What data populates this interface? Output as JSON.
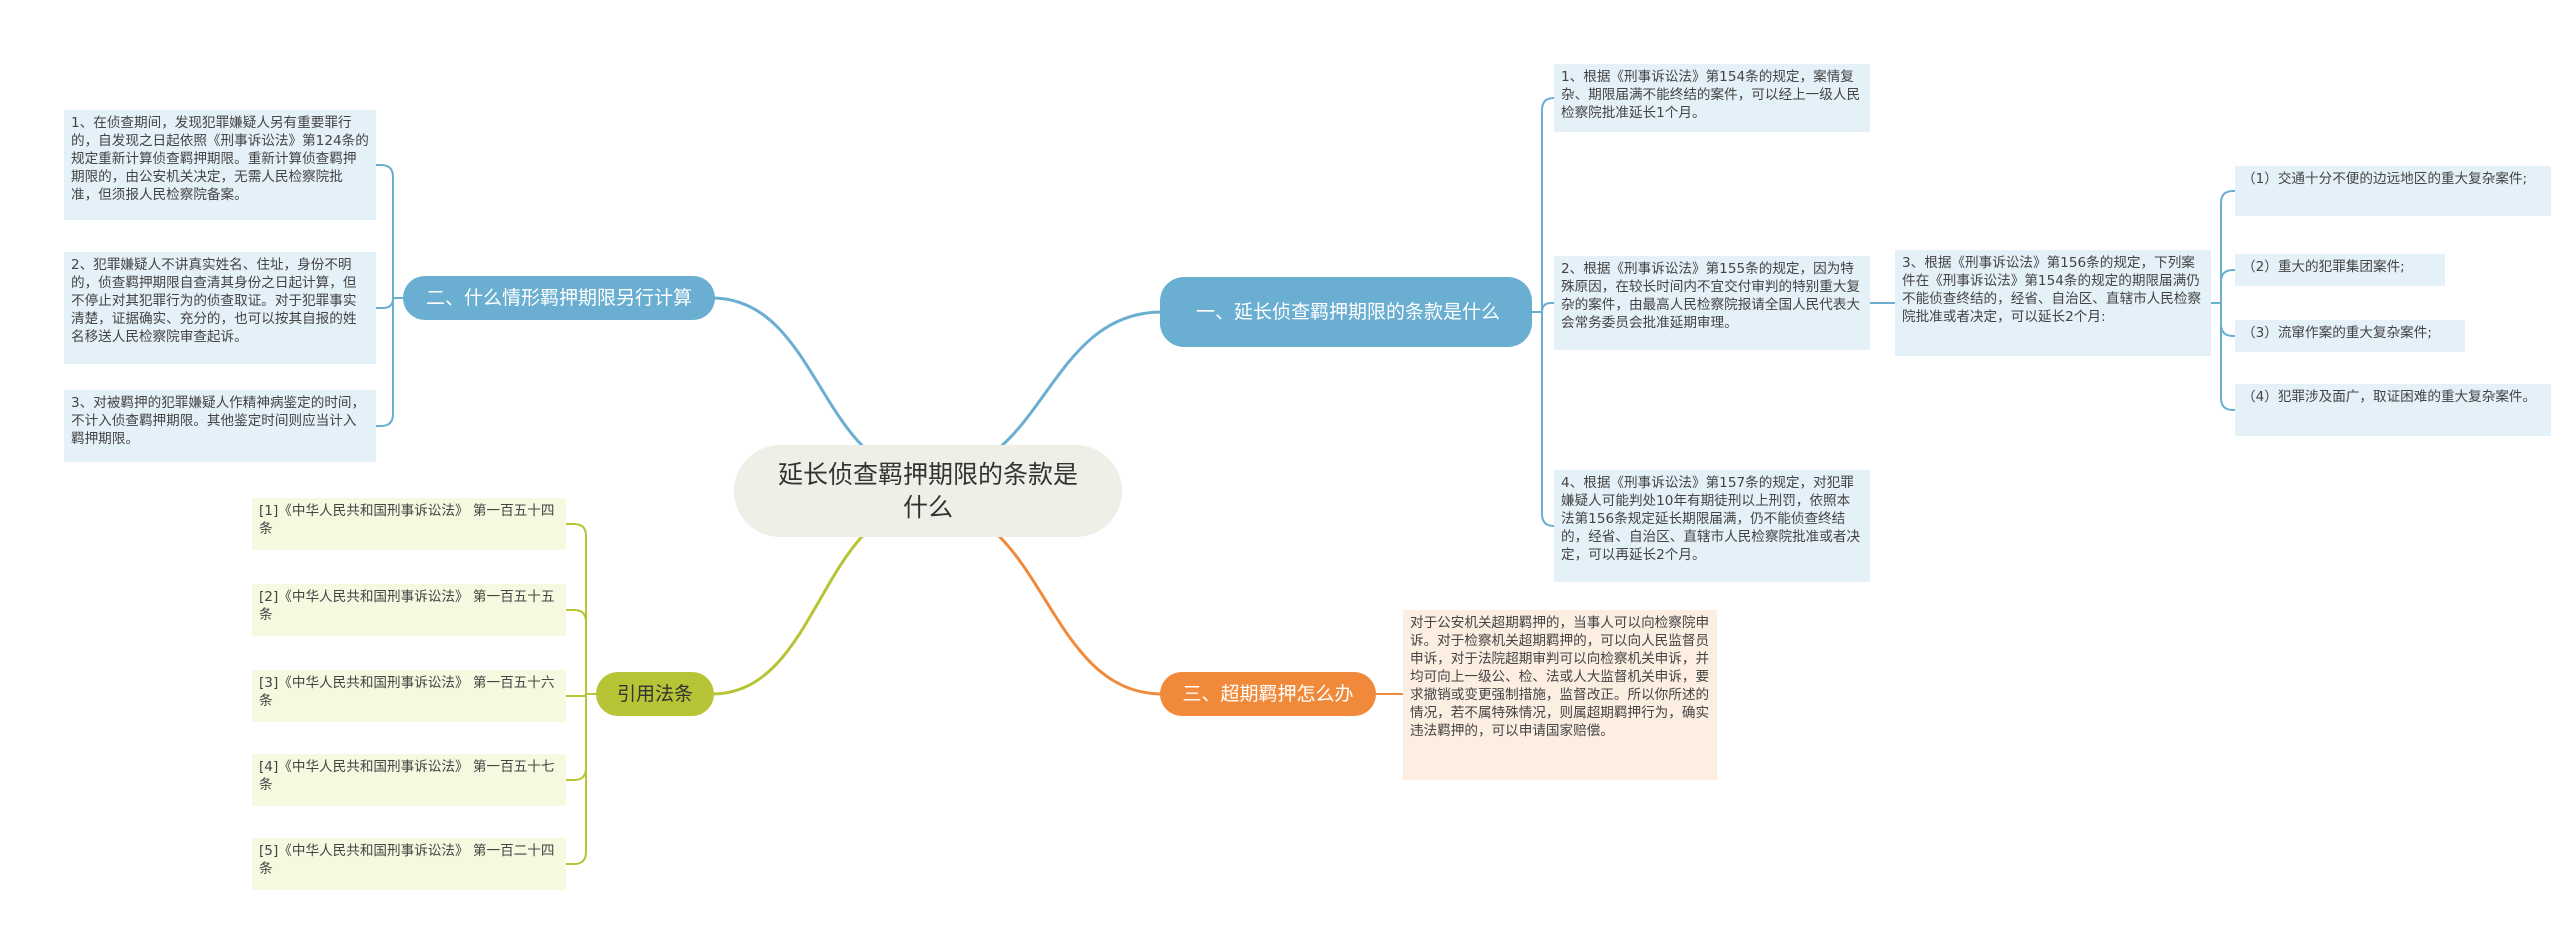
{
  "root": {
    "title": "延长侦查羁押期限的条款是什么"
  },
  "branches": {
    "b1": {
      "label": "一、延长侦查羁押期限的条款是什么",
      "items": [
        "1、根据《刑事诉讼法》第154条的规定，案情复杂、期限届满不能终结的案件，可以经上一级人民检察院批准延长1个月。",
        "2、根据《刑事诉讼法》第155条的规定，因为特殊原因，在较长时间内不宜交付审判的特别重大复杂的案件，由最高人民检察院报请全国人民代表大会常务委员会批准延期审理。",
        "3、根据《刑事诉讼法》第156条的规定，下列案件在《刑事诉讼法》第154条的规定的期限届满仍不能侦查终结的，经省、自治区、直辖市人民检察院批准或者决定，可以延长2个月:",
        "4、根据《刑事诉讼法》第157条的规定，对犯罪嫌疑人可能判处10年有期徒刑以上刑罚，依照本法第156条规定延长期限届满，仍不能侦查终结的，经省、自治区、直辖市人民检察院批准或者决定，可以再延长2个月。"
      ],
      "sub_items": [
        "（1）交通十分不便的边远地区的重大复杂案件;",
        "（2）重大的犯罪集团案件;",
        "（3）流窜作案的重大复杂案件;",
        "（4）犯罪涉及面广，取证困难的重大复杂案件。"
      ]
    },
    "b2": {
      "label": "二、什么情形羁押期限另行计算",
      "items": [
        "1、在侦查期间，发现犯罪嫌疑人另有重要罪行的，自发现之日起依照《刑事诉讼法》第124条的规定重新计算侦查羁押期限。重新计算侦查羁押期限的，由公安机关决定，无需人民检察院批准，但须报人民检察院备案。",
        "2、犯罪嫌疑人不讲真实姓名、住址，身份不明的，侦查羁押期限自查清其身份之日起计算，但不停止对其犯罪行为的侦查取证。对于犯罪事实清楚，证据确实、充分的，也可以按其自报的姓名移送人民检察院审查起诉。",
        "3、对被羁押的犯罪嫌疑人作精神病鉴定的时间，不计入侦查羁押期限。其他鉴定时间则应当计入羁押期限。"
      ]
    },
    "b3": {
      "label": "三、超期羁押怎么办",
      "items": [
        "对于公安机关超期羁押的，当事人可以向检察院申诉。对于检察机关超期羁押的，可以向人民监督员申诉，对于法院超期审判可以向检察机关申诉，并均可向上一级公、检、法或人大监督机关申诉，要求撤销或变更强制措施，监督改正。所以你所述的情况，若不属特殊情况，则属超期羁押行为，确实违法羁押的，可以申请国家赔偿。"
      ]
    },
    "b4": {
      "label": "引用法条",
      "items": [
        "[1]《中华人民共和国刑事诉讼法》 第一百五十四条",
        "[2]《中华人民共和国刑事诉讼法》 第一百五十五条",
        "[3]《中华人民共和国刑事诉讼法》 第一百五十六条",
        "[4]《中华人民共和国刑事诉讼法》 第一百五十七条",
        "[5]《中华人民共和国刑事诉讼法》 第一百二十四条"
      ]
    }
  },
  "colors": {
    "blue": "#6aaed2",
    "orange": "#f08a3a",
    "olive": "#b7c436"
  }
}
